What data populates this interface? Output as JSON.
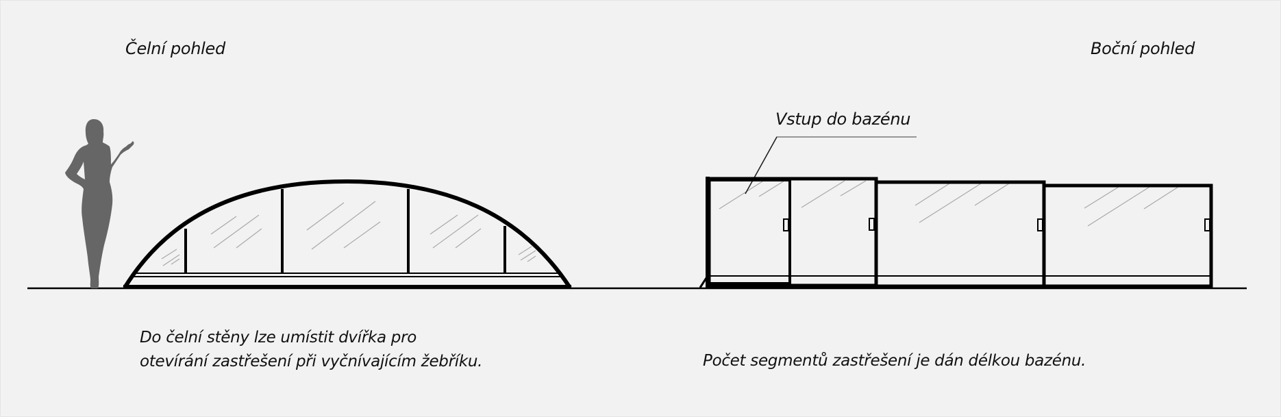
{
  "front_view": {
    "title": "Čelní pohled",
    "caption_lines": [
      "Do čelní stěny lze umístit dvířka pro",
      "otevírání zastřešení při vyčnívajícím žebříku."
    ]
  },
  "side_view": {
    "title": "Boční pohled",
    "callout": "Vstup do bazénu",
    "caption": "Počet segmentů zastřešení je dán délkou bazénu.",
    "segment_count": 4
  },
  "colors": {
    "background": "#f2f2f2",
    "line": "#000000",
    "silhouette": "#666666",
    "glass_hatch": "#a8a8a8",
    "leader": "#777777"
  }
}
